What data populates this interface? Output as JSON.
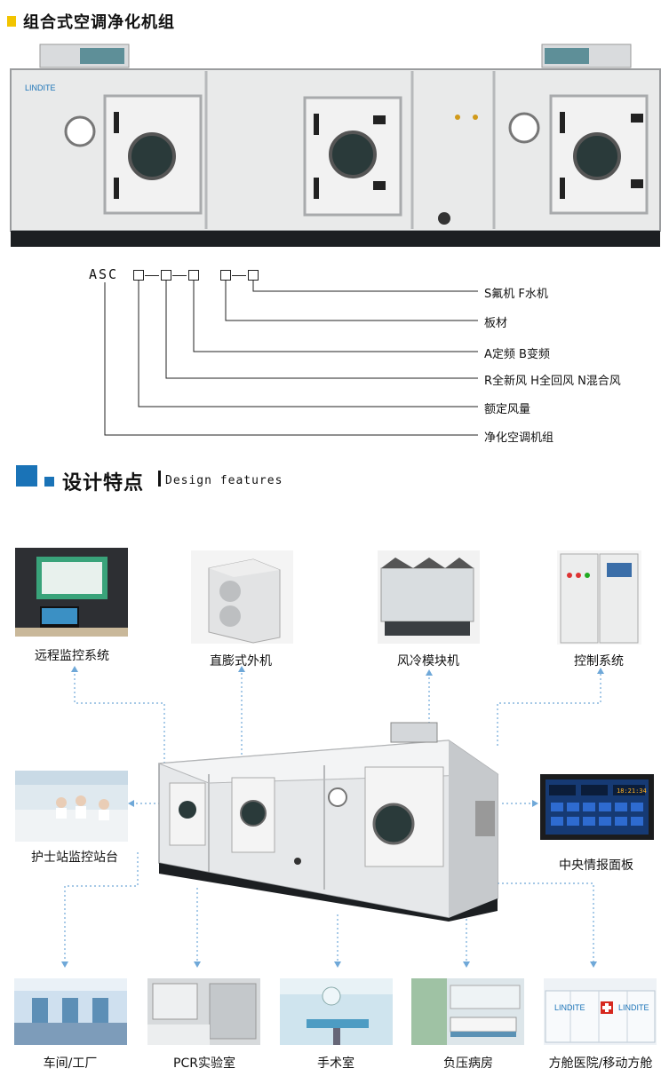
{
  "section1": {
    "title": "组合式空调净化机组"
  },
  "model_code": {
    "prefix": "ASC",
    "labels": [
      "S氟机 F水机",
      "板材",
      "A定频 B变频",
      "R全新风 H全回风 N混合风",
      "额定风量",
      "净化空调机组"
    ]
  },
  "section2": {
    "title_cn": "设计特点",
    "title_en": "Design features"
  },
  "features": {
    "remote_monitoring": "远程监控系统",
    "outdoor_unit": "直膨式外机",
    "modular_unit": "风冷模块机",
    "control_system": "控制系统",
    "nurse_station": "护士站监控站台",
    "central_panel": "中央情报面板",
    "workshop": "车间/工厂",
    "pcr_lab": "PCR实验室",
    "operating_room": "手术室",
    "negative_pressure_ward": "负压病房",
    "cabin_hospital": "方舱医院/移动方舱"
  },
  "brand": {
    "logo_text": "LINDITE"
  },
  "panel_screen": {
    "time": "18:21:34"
  },
  "colors": {
    "accent_blue": "#1a73b7",
    "accent_yellow": "#f2c400",
    "connector_blue": "#6fa8d8"
  }
}
